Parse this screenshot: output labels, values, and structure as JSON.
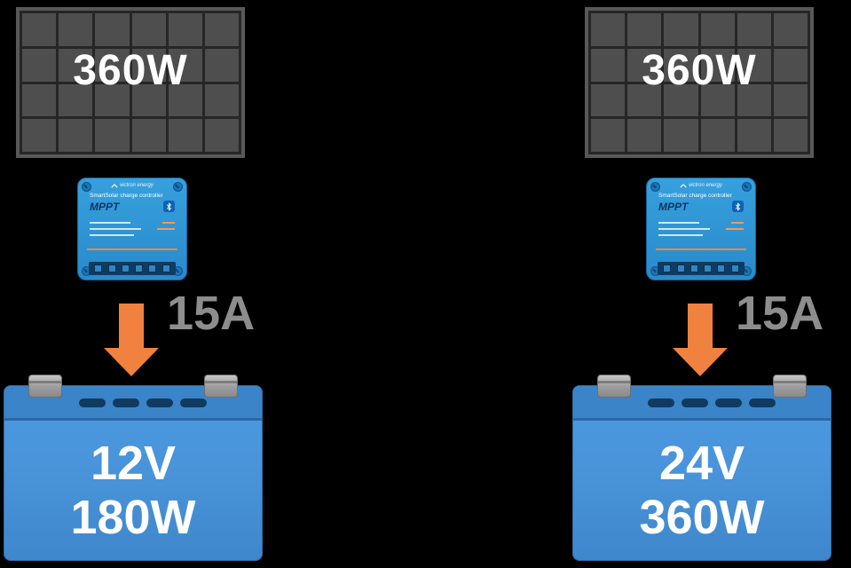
{
  "diagram": {
    "background": "#000000",
    "colors": {
      "panel_cell": "#4e4e4e",
      "panel_gap": "#262626",
      "panel_frame": "#585858",
      "controller_blue": "#2e93d3",
      "controller_accent_orange": "#ef8a3c",
      "arrow_orange": "#f0813e",
      "arrow_label_gray": "#8d8d8d",
      "battery_blue": "#4892d8",
      "battery_top_blue": "#3b84c8",
      "text_white": "#ffffff"
    },
    "columns": [
      {
        "id": "left",
        "panel": {
          "label": "360W"
        },
        "controller": {
          "brand": "victron energy",
          "product_line1": "SmartSolar charge controller",
          "product_line2": "MPPT"
        },
        "arrow": {
          "label": "15A"
        },
        "battery": {
          "voltage": "12V",
          "power": "180W"
        }
      },
      {
        "id": "right",
        "panel": {
          "label": "360W"
        },
        "controller": {
          "brand": "victron energy",
          "product_line1": "SmartSolar charge controller",
          "product_line2": "MPPT"
        },
        "arrow": {
          "label": "15A"
        },
        "battery": {
          "voltage": "24V",
          "power": "360W"
        }
      }
    ]
  }
}
